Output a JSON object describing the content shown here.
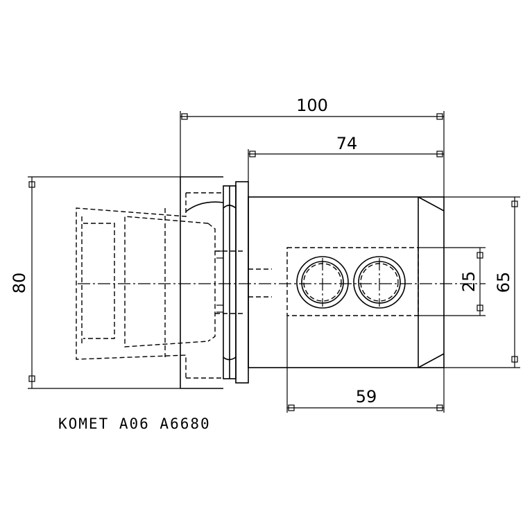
{
  "dimensions": {
    "overall_length": "100",
    "body_length": "74",
    "flange_diameter": "80",
    "body_height": "65",
    "bore_spacing": "25",
    "bore_block_length": "59"
  },
  "caption": "KOMET A06 A6680"
}
